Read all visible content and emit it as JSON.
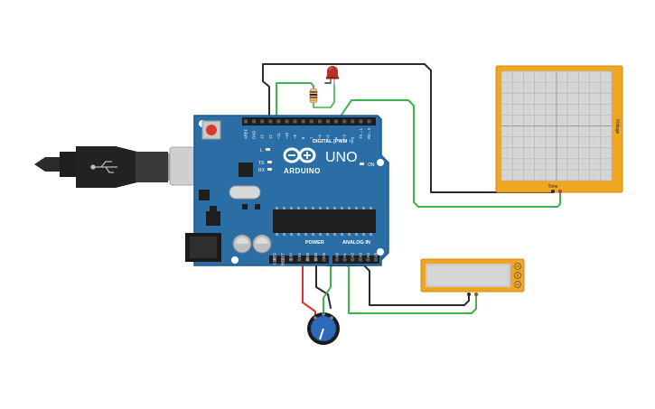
{
  "board": {
    "name": "UNO",
    "brand": "ARDUINO",
    "digital_header": "DIGITAL (PWM ~)",
    "digital_pins": [
      "AREF",
      "GND",
      "13",
      "12",
      "~11",
      "~10",
      "~9",
      "8",
      "7",
      "~6",
      "~5",
      "4",
      "~3",
      "2",
      "TX→1",
      "RX←0"
    ],
    "power_header": "POWER",
    "power_pins": [
      "IOREF",
      "RESET",
      "3.3V",
      "5V",
      "GND",
      "GND",
      "Vin"
    ],
    "analog_header": "ANALOG IN",
    "analog_pins": [
      "A0",
      "A1",
      "A2",
      "A3",
      "A4",
      "A5"
    ],
    "led_L": "L",
    "led_TX": "TX",
    "led_RX": "RX",
    "led_ON": "ON"
  },
  "oscilloscope": {
    "x_label": "Time",
    "y_label": "Voltage"
  },
  "colors": {
    "board_blue": "#2a6ea5",
    "board_dark": "#1d5a8a",
    "wire_green": "#3fb34f",
    "wire_red": "#e0302e",
    "wire_black": "#2b2b2b",
    "instrument_orange": "#f0a623",
    "screen_gray": "#d6d6d6",
    "led_red": "#c0392b"
  }
}
